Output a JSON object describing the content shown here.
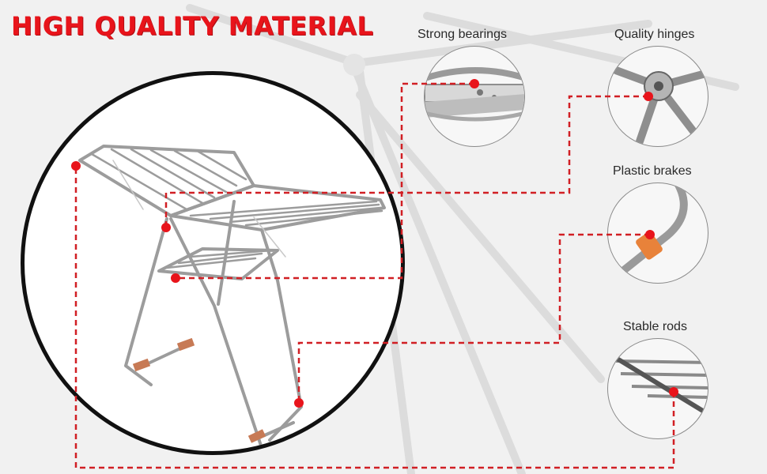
{
  "headline": "HIGH QUALITY MATERIAL",
  "features": [
    {
      "label": "Strong bearings",
      "icon": "bearing-detail-icon"
    },
    {
      "label": "Quality hinges",
      "icon": "hinge-detail-icon"
    },
    {
      "label": "Plastic brakes",
      "icon": "brake-detail-icon"
    },
    {
      "label": "Stable rods",
      "icon": "rod-detail-icon"
    }
  ],
  "colors": {
    "accent": "#e8141b",
    "dash": "#d11f24",
    "metal": "#9a9a9a",
    "brake": "#e8823a"
  }
}
